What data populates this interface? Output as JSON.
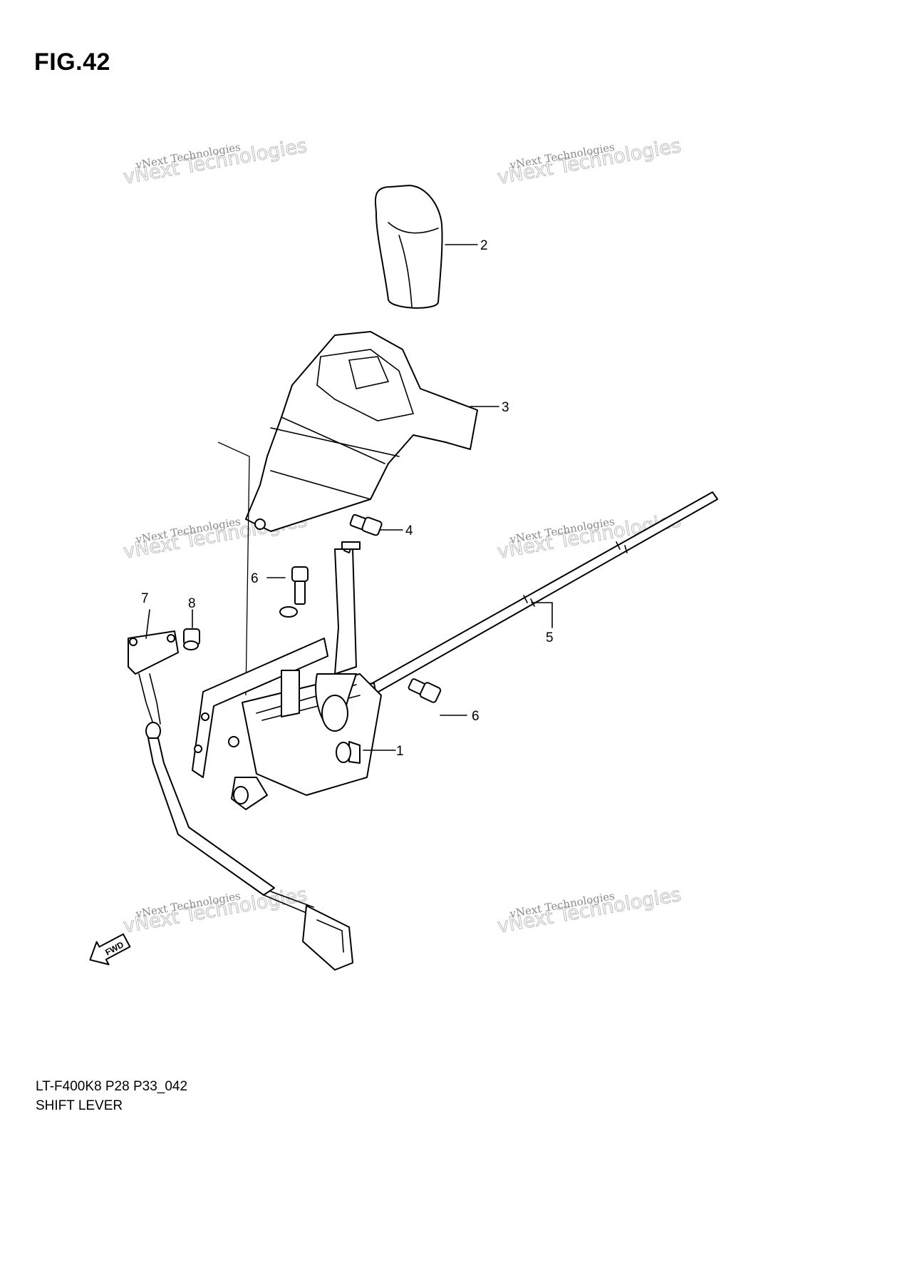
{
  "figure": {
    "title": "FIG.42",
    "code": "LT-F400K8 P28 P33_042",
    "caption": "SHIFT LEVER"
  },
  "callouts": [
    "1",
    "2",
    "3",
    "4",
    "5",
    "6",
    "6",
    "7",
    "8"
  ],
  "watermark": {
    "small": "vNext Technologies",
    "large": "vNext Technologies"
  },
  "fwd_label": "FWD"
}
